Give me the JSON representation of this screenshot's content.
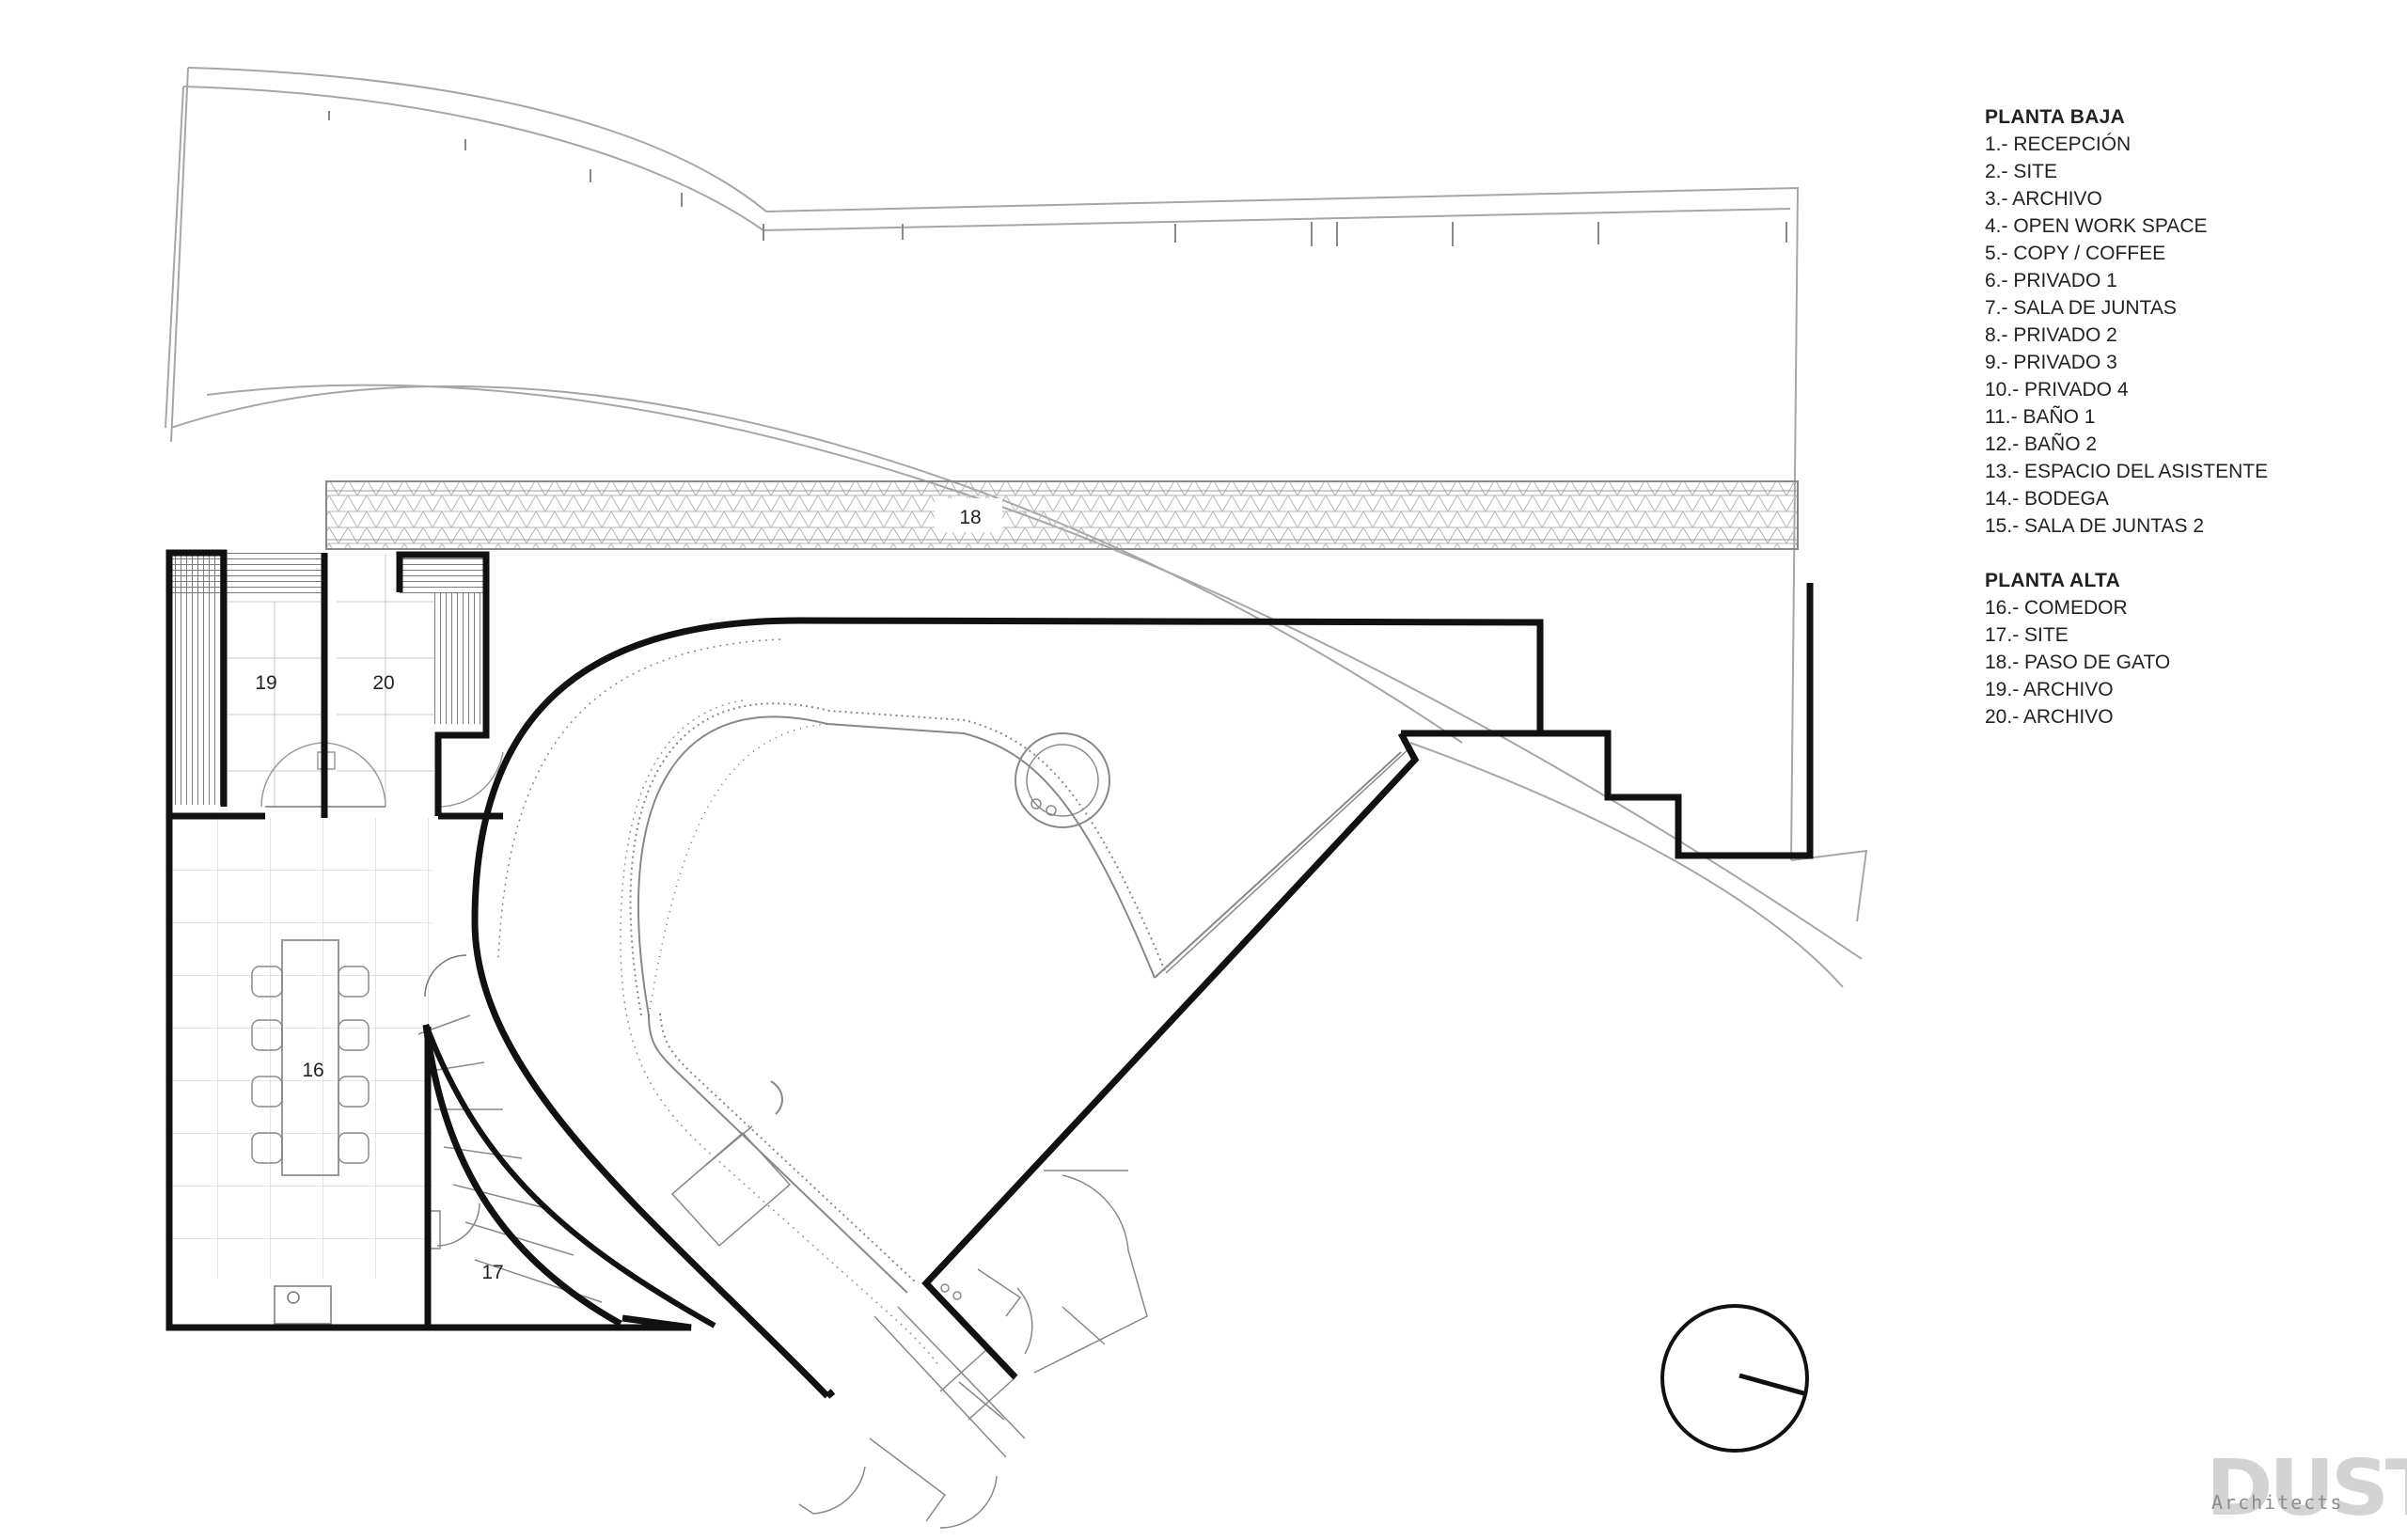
{
  "legend": {
    "ground_floor_heading": "PLANTA BAJA",
    "ground_floor_items": [
      "1.- RECEPCIÓN",
      "2.- SITE",
      "3.- ARCHIVO",
      "4.- OPEN WORK SPACE",
      "5.- COPY / COFFEE",
      "6.- PRIVADO 1",
      "7.- SALA DE JUNTAS",
      "8.- PRIVADO 2",
      "9.- PRIVADO 3",
      "10.- PRIVADO 4",
      "11.- BAÑO 1",
      "12.- BAÑO 2",
      "13.- ESPACIO DEL ASISTENTE",
      "14.- BODEGA",
      "15.- SALA DE JUNTAS 2"
    ],
    "upper_floor_heading": "PLANTA ALTA",
    "upper_floor_items": [
      "16.- COMEDOR",
      "17.- SITE",
      "18.- PASO DE GATO",
      "19.- ARCHIVO",
      "20.- ARCHIVO"
    ]
  },
  "room_labels": {
    "r16": "16",
    "r17": "17",
    "r18": "18",
    "r19": "19",
    "r20": "20"
  },
  "logo": {
    "main": "DUST",
    "sub": "Architects"
  },
  "colors": {
    "wall": "#111111",
    "thin_line": "#9a9a9a",
    "logo_gray": "#d3d3d3"
  }
}
